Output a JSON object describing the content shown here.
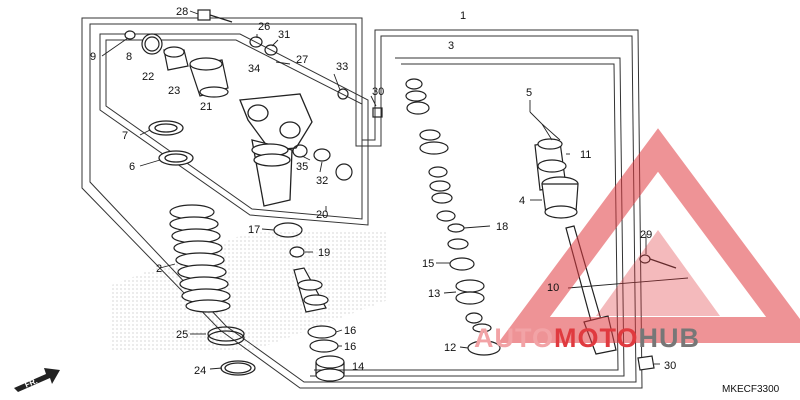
{
  "callouts": {
    "n1": "1",
    "n2": "2",
    "n3": "3",
    "n4": "4",
    "n5": "5",
    "n6": "6",
    "n7": "7",
    "n8": "8",
    "n9": "9",
    "n10": "10",
    "n11": "11",
    "n12": "12",
    "n13": "13",
    "n14": "14",
    "n15": "15",
    "n16a": "16",
    "n16b": "16",
    "n17": "17",
    "n18": "18",
    "n19": "19",
    "n20": "20",
    "n21": "21",
    "n22": "22",
    "n23": "23",
    "n24": "24",
    "n25": "25",
    "n26": "26",
    "n27": "27",
    "n28": "28",
    "n29": "29",
    "n30a": "30",
    "n30b": "30",
    "n31": "31",
    "n32": "32",
    "n33": "33",
    "n34": "34",
    "n35": "35"
  },
  "diagram_code": "MKECF3300",
  "front_arrow_label": "FR.",
  "watermark": {
    "prefix": "AUTO",
    "middle": "MOTO",
    "suffix": "HUB"
  },
  "colors": {
    "watermark_red": "#e03a3f",
    "line": "#222222",
    "watermark_pink": "#f2a3a6"
  }
}
